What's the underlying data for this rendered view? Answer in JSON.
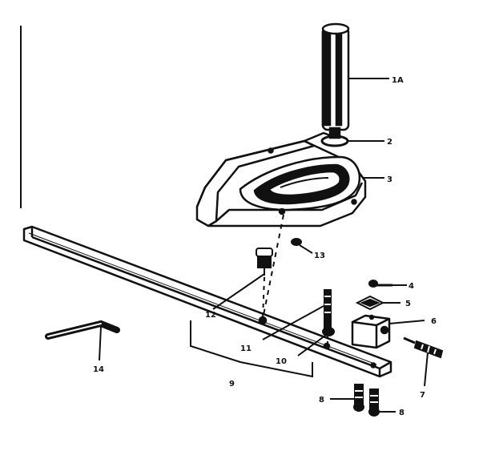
{
  "colors": {
    "ink": "#111111",
    "paper": "#ffffff"
  },
  "callouts": {
    "handle": "1A",
    "washer": "2",
    "miter_body": "3",
    "screw_top": "4",
    "lock_washer": "5",
    "clamp_block": "6",
    "set_screw": "7",
    "screw_bottom_right": "8",
    "screw_bottom_left": "8",
    "bar_assembly": "9",
    "stud": "10",
    "pin": "11",
    "stop_screw": "12",
    "pivot_screw": "13",
    "hex_wrench": "14"
  },
  "icons": {
    "hex_wrench": "hex-key-icon",
    "handle": "knob-handle-icon"
  }
}
